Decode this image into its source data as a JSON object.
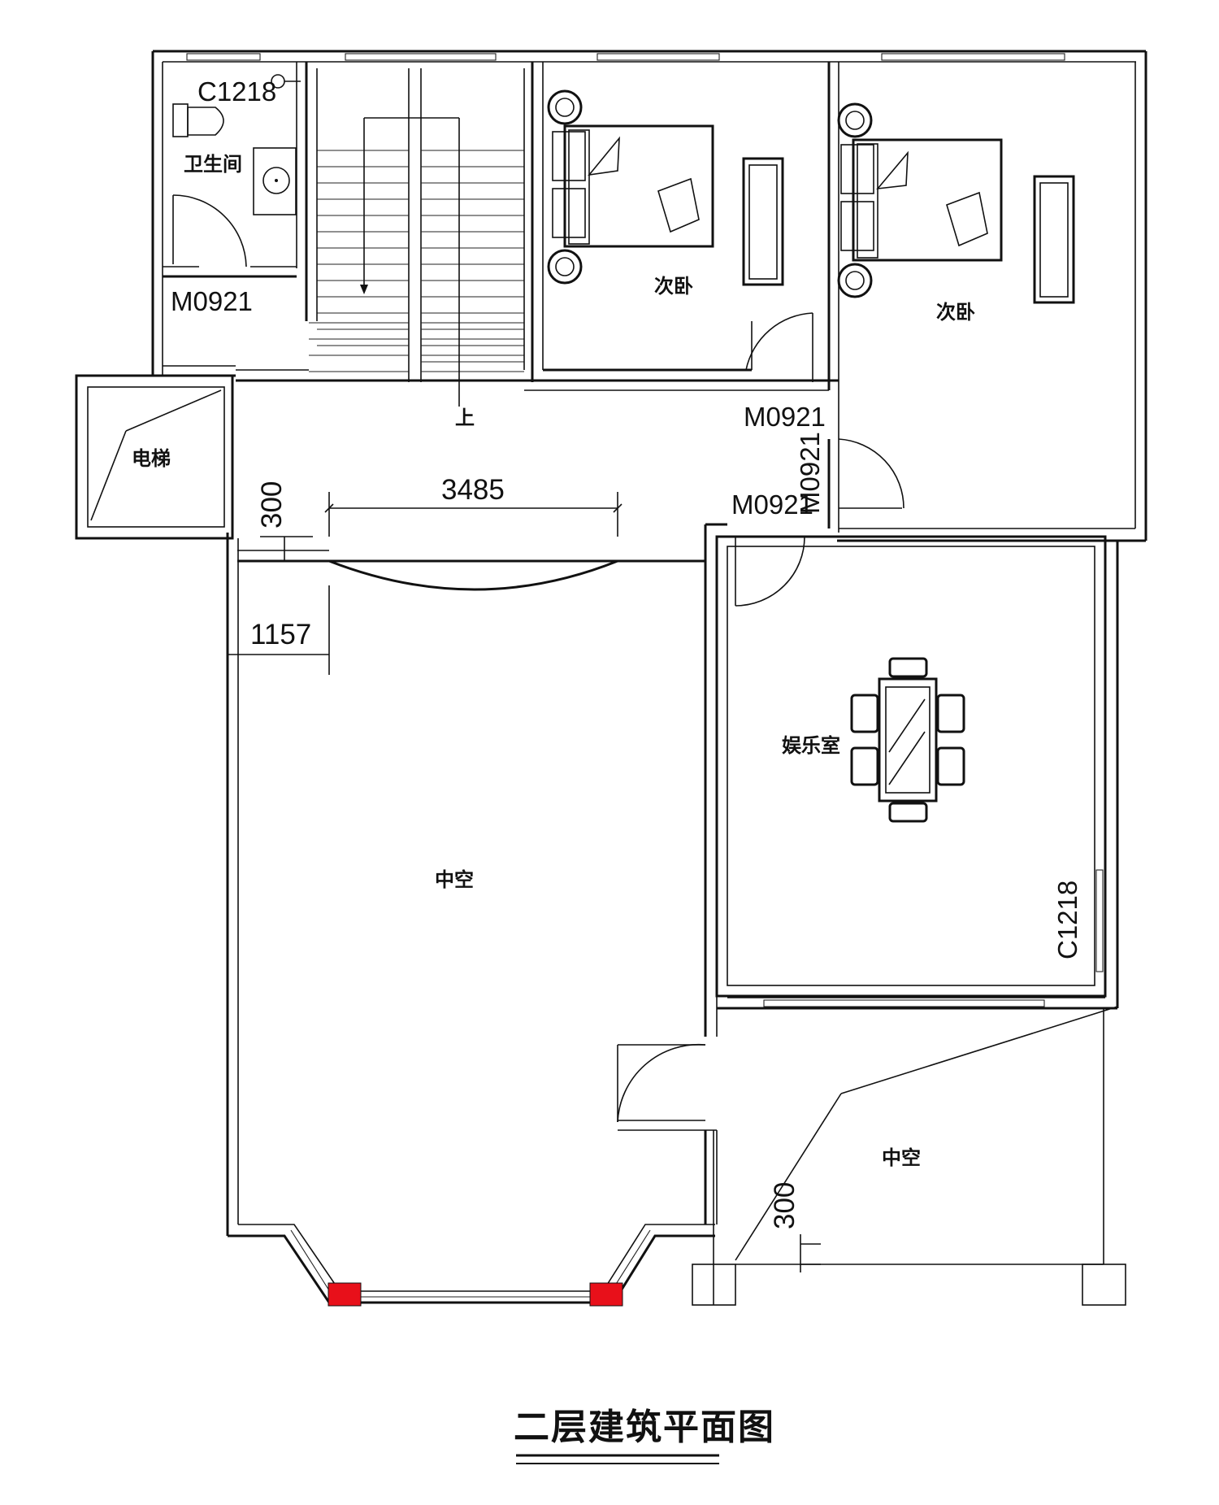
{
  "title": "二层建筑平面图",
  "rooms": {
    "bathroom": "卫生间",
    "bedroom_left": "次卧",
    "bedroom_right": "次卧",
    "elevator": "电梯",
    "void_main": "中空",
    "void_right": "中空",
    "entertainment": "娱乐室",
    "stairs_up": "上"
  },
  "codes": {
    "window_bath": "C1218",
    "window_ent": "C1218",
    "door_bath": "M0921",
    "door_bed1": "M0921",
    "door_bed2_vertical": "M0921",
    "door_ent": "M0921"
  },
  "dimensions": {
    "width_3485": "3485",
    "offset_300_top": "300",
    "offset_1157": "1157",
    "offset_300_bottom": "300"
  },
  "colors": {
    "line": "#111111",
    "highlight": "#e8101a"
  }
}
